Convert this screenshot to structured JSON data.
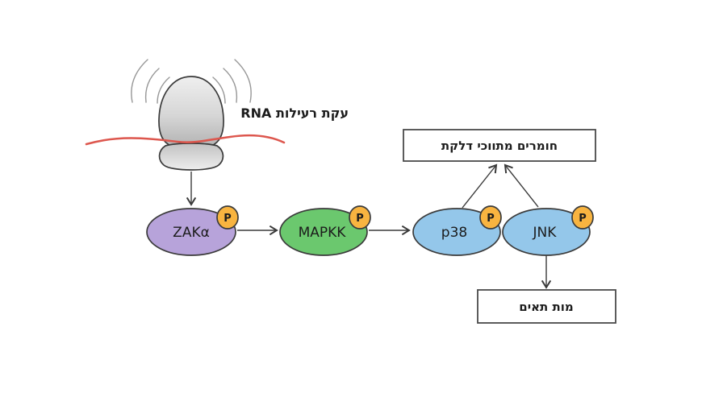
{
  "diagram": {
    "stress_label": "עקת רעילות RNA",
    "phospho_label": "P",
    "nodes": [
      {
        "id": "zaka",
        "label": "ZAKα"
      },
      {
        "id": "mapkk",
        "label": "MAPKK"
      },
      {
        "id": "p38",
        "label": "p38"
      },
      {
        "id": "jnk",
        "label": "JNK"
      }
    ],
    "boxes": {
      "inflammation_label": "חומרים מתווכי דלקת",
      "cell_death_label": "מות תאים"
    },
    "colors": {
      "zaka": "#b7a3da",
      "mapkk": "#6bc86e",
      "p38": "#94c7ea",
      "jnk": "#94c7ea",
      "phospho": "#f8b440",
      "rna": "#dd574e"
    }
  }
}
